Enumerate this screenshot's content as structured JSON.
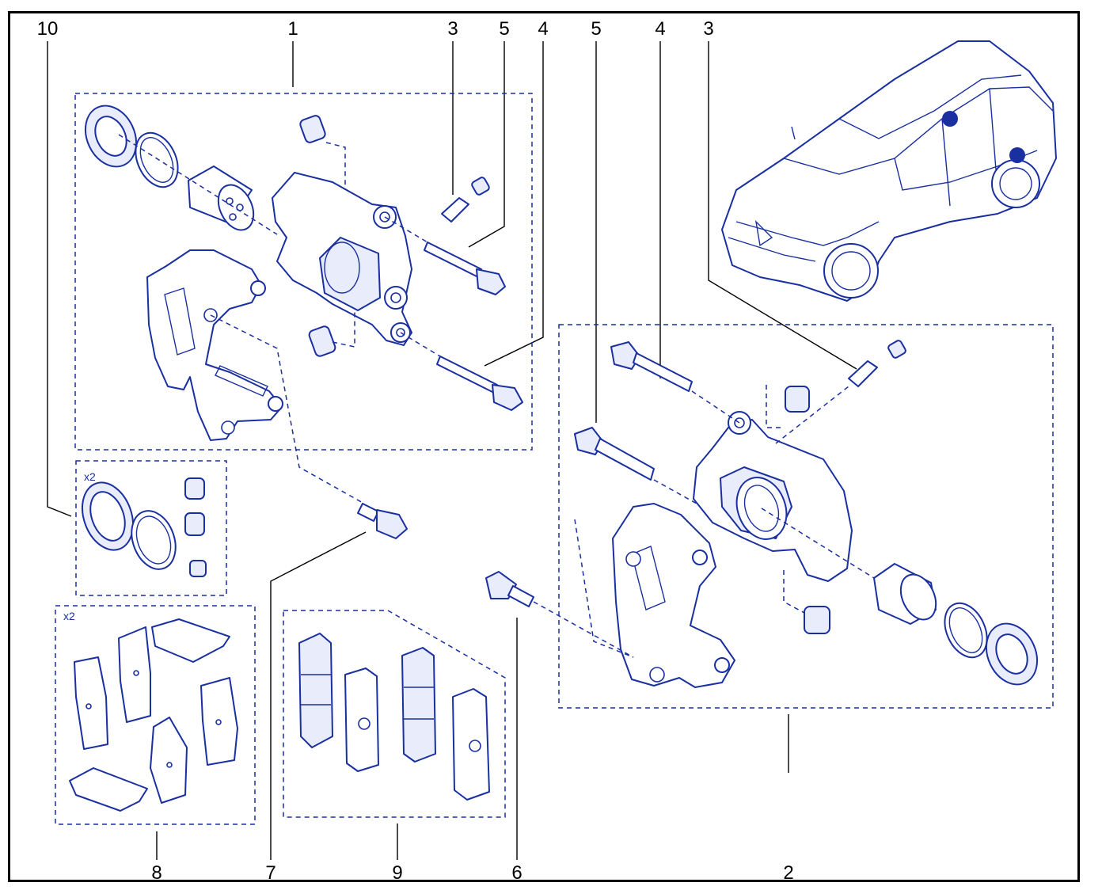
{
  "callouts": {
    "c1": "1",
    "c2": "2",
    "c3a": "3",
    "c3b": "3",
    "c4a": "4",
    "c4b": "4",
    "c5a": "5",
    "c5b": "5",
    "c6": "6",
    "c7": "7",
    "c8": "8",
    "c9": "9",
    "c10": "10"
  },
  "quantities": {
    "seal_kit": "x2",
    "pad_clips": "x2"
  },
  "colors": {
    "line": "#1a2fa0",
    "frame": "#000000"
  }
}
